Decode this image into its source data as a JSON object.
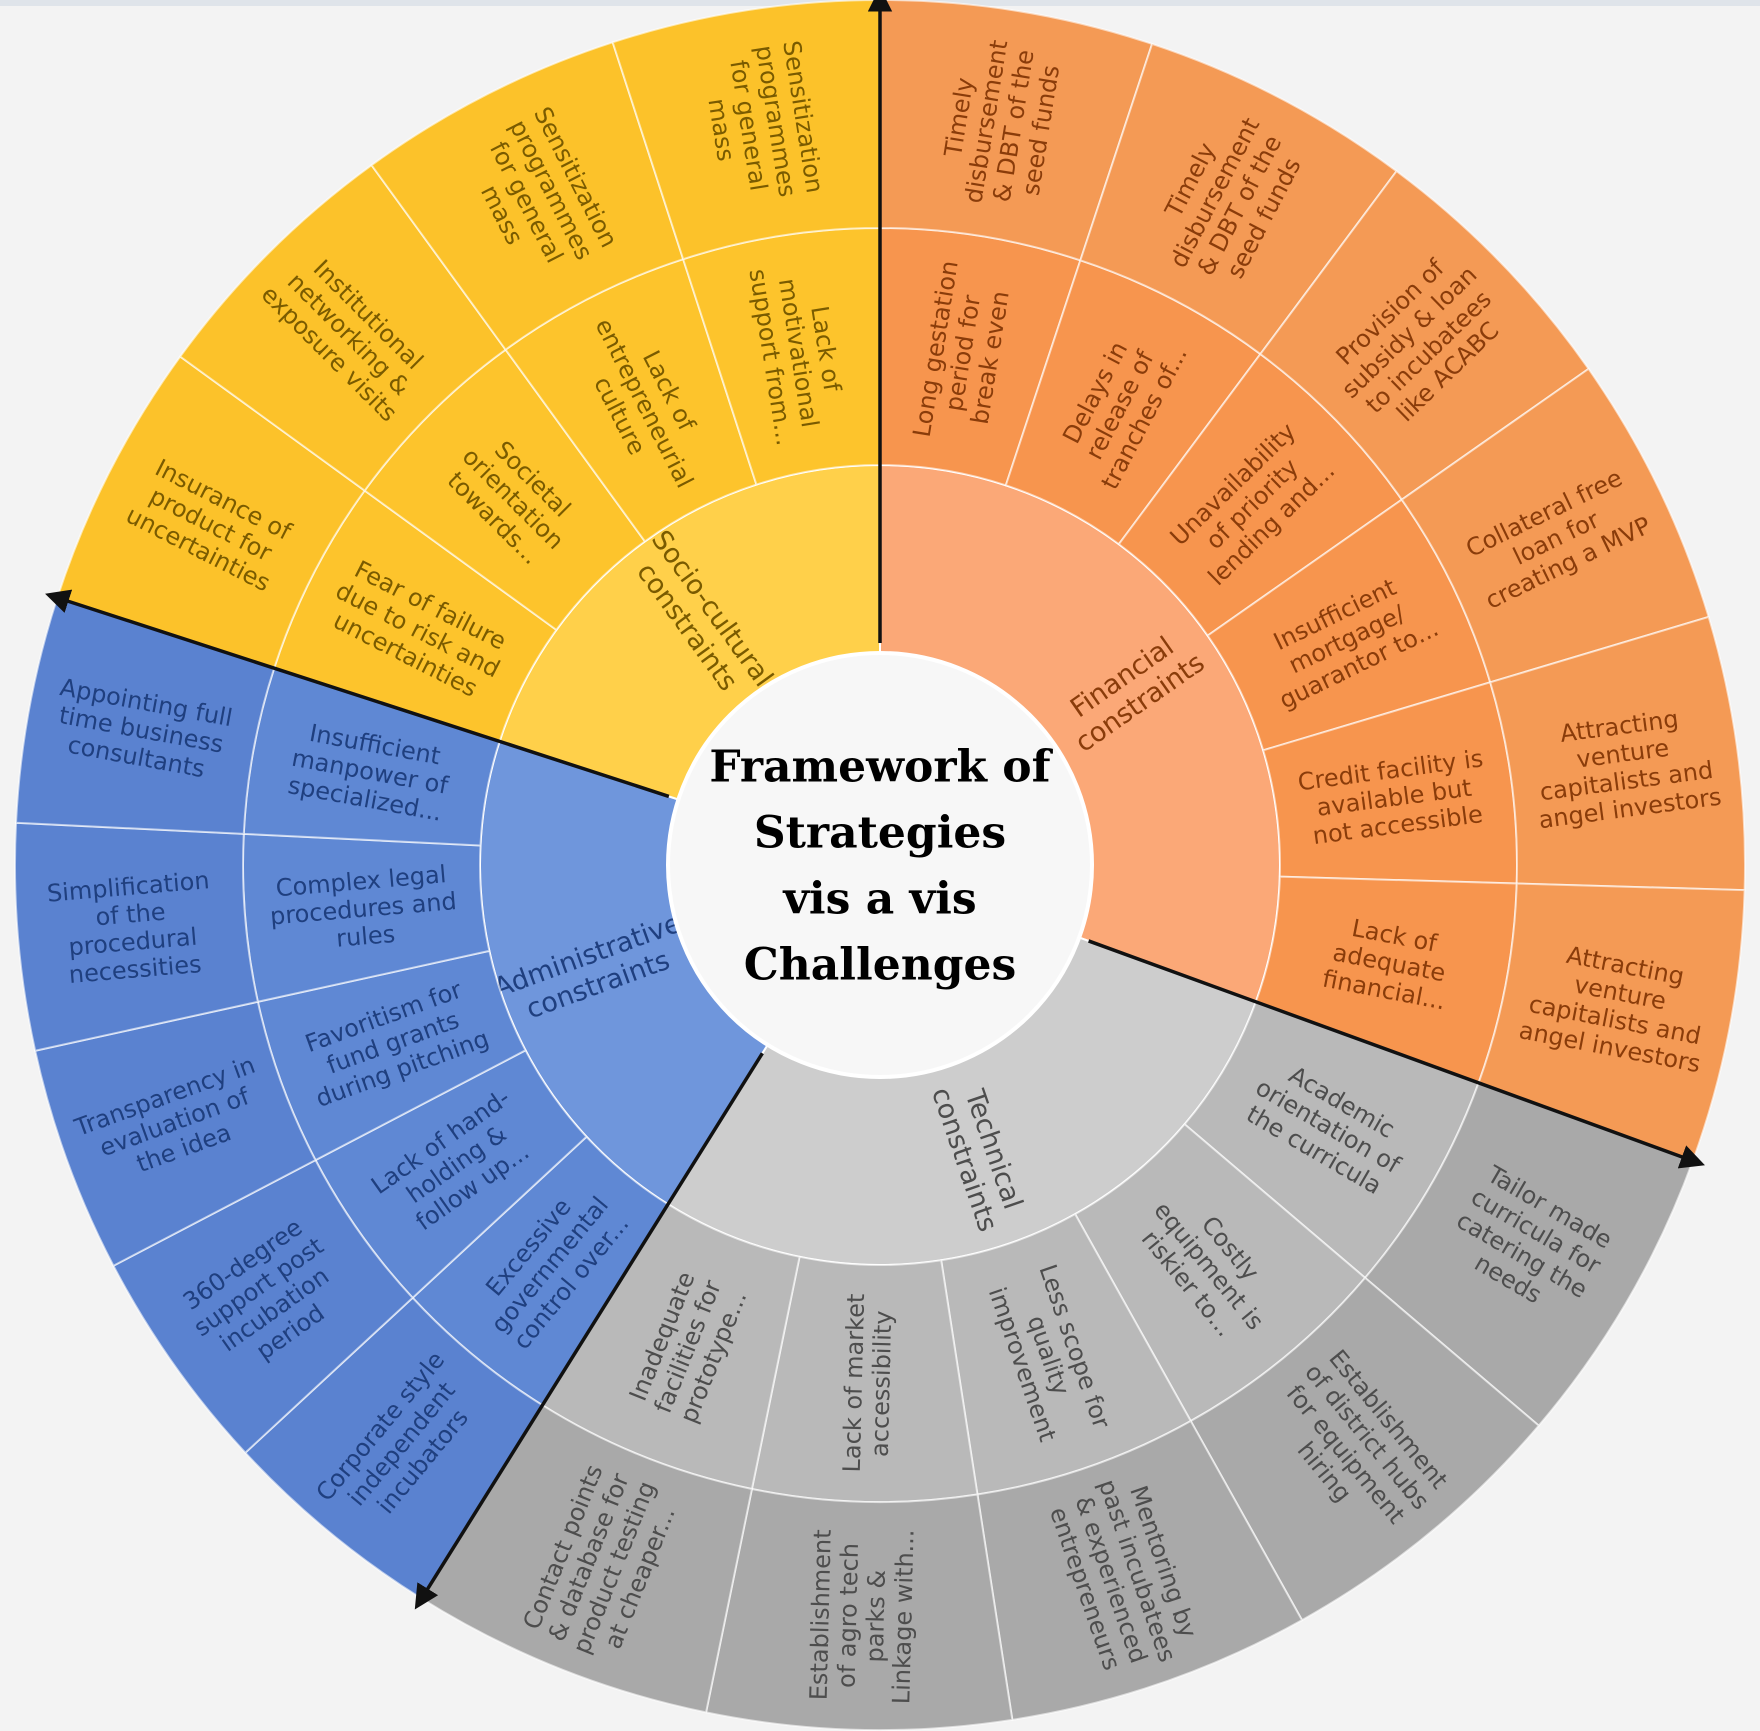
{
  "center": {
    "lines": [
      "Framework of",
      "Strategies",
      "vis a vis",
      "Challenges"
    ]
  },
  "sectors": [
    {
      "key": "financial",
      "label": [
        "Financial",
        "constraints"
      ],
      "colors": {
        "inner": "#fba877",
        "mid": "#f7954e",
        "outer": "#f49a55",
        "text": "#8a3c0a"
      },
      "challenges": [
        [
          "Long gestation",
          "period for",
          "break even"
        ],
        [
          "Delays in",
          "release of",
          "tranches of..."
        ],
        [
          "Unavailability",
          "of priority",
          "lending and..."
        ],
        [
          "Insufficient",
          "mortgage/",
          "guarantor to..."
        ],
        [
          "Credit facility is",
          "available but",
          "not accessible"
        ],
        [
          "Lack of",
          "adequate",
          "financial..."
        ]
      ],
      "strategies": [
        [
          "Timely",
          "disbursement",
          "& DBT of the",
          "seed funds"
        ],
        [
          "Timely",
          "disbursement",
          "& DBT of the",
          "seed funds"
        ],
        [
          "Provision of",
          "subsidy & loan",
          "to incubatees",
          "like ACABC"
        ],
        [
          "Collateral free",
          "loan for",
          "creating a MVP"
        ],
        [
          "Attracting",
          "venture",
          "capitalists and",
          "angel investors"
        ],
        [
          "Attracting",
          "venture",
          "capitalists and",
          "angel investors"
        ]
      ]
    },
    {
      "key": "technical",
      "label": [
        "Technical",
        "constraints"
      ],
      "colors": {
        "inner": "#cdcdcd",
        "mid": "#b9b9b9",
        "outer": "#a9a9a9",
        "text": "#4d4d4d"
      },
      "challenges": [
        [
          "Academic",
          "orientation of",
          "the curricula"
        ],
        [
          "Costly",
          "equipment is",
          "riskier to..."
        ],
        [
          "Less scope for",
          "quality",
          "improvement"
        ],
        [
          "Lack of market",
          "accessibility"
        ],
        [
          "Inadequate",
          "facilities for",
          "prototype..."
        ]
      ],
      "strategies": [
        [
          "Tailor made",
          "curricula for",
          "catering the",
          "needs"
        ],
        [
          "Establishment",
          "of district hubs",
          "for equipment",
          "hiring"
        ],
        [
          "Mentoring by",
          "past incubatees",
          "& experienced",
          "entrepreneurs"
        ],
        [
          "Establishment",
          "of agro tech",
          "parks &",
          "Linkage with..."
        ],
        [
          "Contact points",
          "& database for",
          "product testing",
          "at cheaper..."
        ]
      ]
    },
    {
      "key": "administrative",
      "label": [
        "Administrative",
        "constraints"
      ],
      "colors": {
        "inner": "#6f96dc",
        "mid": "#5f88d4",
        "outer": "#5a82d0",
        "text": "#1f3f7f"
      },
      "challenges": [
        [
          "Excessive",
          "governmental",
          "control over..."
        ],
        [
          "Lack of hand-",
          "holding &",
          "follow up..."
        ],
        [
          "Favoritism for",
          "fund grants",
          "during pitching"
        ],
        [
          "Complex legal",
          "procedures and",
          "rules"
        ],
        [
          "Insufficient",
          "manpower of",
          "specialized..."
        ]
      ],
      "strategies": [
        [
          "Corporate style",
          "independent",
          "incubators"
        ],
        [
          "360-degree",
          "support post",
          "incubation",
          "period"
        ],
        [
          "Transparency in",
          "evaluation of",
          "the idea"
        ],
        [
          "Simplification",
          "of the",
          "procedural",
          "necessities"
        ],
        [
          "Appointing full",
          "time business",
          "consultants"
        ]
      ]
    },
    {
      "key": "socio-cultural",
      "label": [
        "Socio-cultural",
        "constraints"
      ],
      "colors": {
        "inner": "#ffd04a",
        "mid": "#fdc42c",
        "outer": "#fcc22a",
        "text": "#7a5b00"
      },
      "challenges": [
        [
          "Fear of failure",
          "due to risk and",
          "uncertainties"
        ],
        [
          "Societal",
          "orientation",
          "towards..."
        ],
        [
          "Lack of",
          "entrepreneurial",
          "culture"
        ],
        [
          "Lack of",
          "motivational",
          "support from..."
        ]
      ],
      "strategies": [
        [
          "Insurance of",
          "product for",
          "uncertainties"
        ],
        [
          "Institutional",
          "networking &",
          "exposure visits"
        ],
        [
          "Sensitization",
          "programmes",
          "for general",
          "mass"
        ],
        [
          "Sensitization",
          "programmes",
          "for general",
          "mass"
        ]
      ]
    }
  ]
}
